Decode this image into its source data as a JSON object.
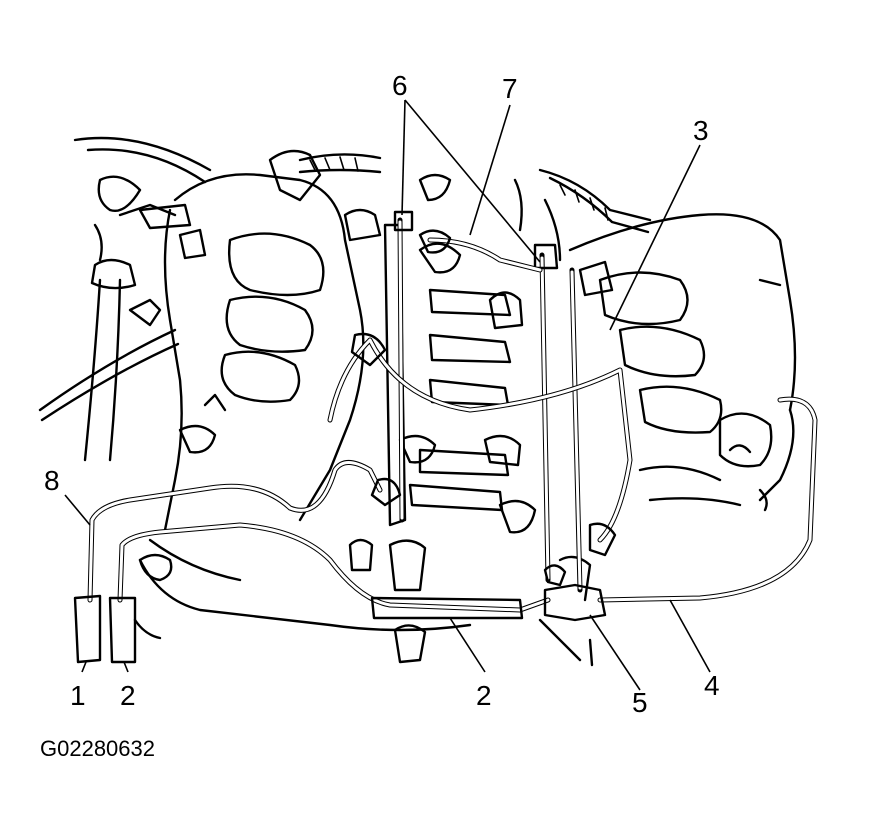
{
  "figure": {
    "caption": "G02280632",
    "callouts": [
      {
        "id": "1",
        "label": "1"
      },
      {
        "id": "2a",
        "label": "2"
      },
      {
        "id": "2b",
        "label": "2"
      },
      {
        "id": "3",
        "label": "3"
      },
      {
        "id": "4",
        "label": "4"
      },
      {
        "id": "5",
        "label": "5"
      },
      {
        "id": "6",
        "label": "6"
      },
      {
        "id": "7",
        "label": "7"
      },
      {
        "id": "8",
        "label": "8"
      }
    ]
  },
  "colors": {
    "ink": "#000000",
    "background": "#ffffff"
  }
}
